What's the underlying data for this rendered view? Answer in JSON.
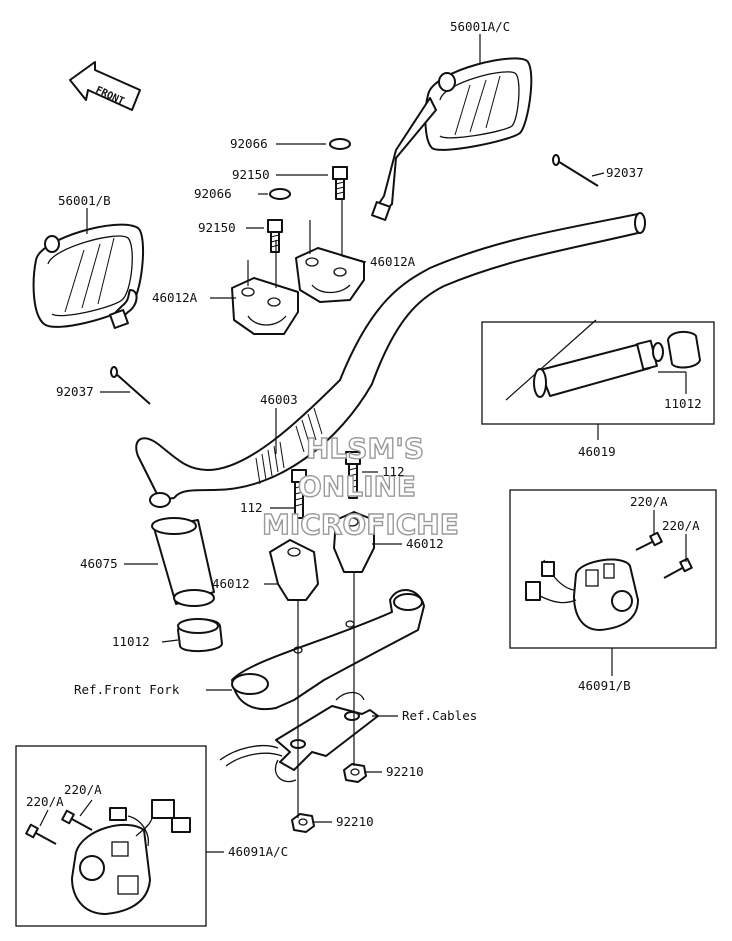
{
  "orientation": {
    "front_label": "FRONT"
  },
  "watermark": {
    "line1": "HLSM'S",
    "line2": "ONLINE",
    "line3": "MICROFICHE"
  },
  "parts": {
    "mirror_right": "56001A/C",
    "mirror_left": "56001/B",
    "pad_upper_1": "92066",
    "pad_upper_2": "92066",
    "bolt_upper_1": "92150",
    "bolt_upper_2": "92150",
    "clamp_upper_right": "46012A",
    "clamp_upper_left": "46012A",
    "band_right": "92037",
    "band_left": "92037",
    "handlebar": "46003",
    "grip_right_cap": "11012",
    "throttle_grip": "46019",
    "bolt_lower_1": "112",
    "bolt_lower_2": "112",
    "holder_lower_right": "46012",
    "holder_lower_left": "46012",
    "grip_left": "46075",
    "grip_left_cap": "11012",
    "ref_fork": "Ref.Front Fork",
    "ref_cables": "Ref.Cables",
    "nut_1": "92210",
    "nut_2": "92210",
    "screw_right_1": "220/A",
    "screw_right_2": "220/A",
    "switch_right": "46091/B",
    "screw_left_1": "220/A",
    "screw_left_2": "220/A",
    "switch_left": "46091A/C"
  }
}
